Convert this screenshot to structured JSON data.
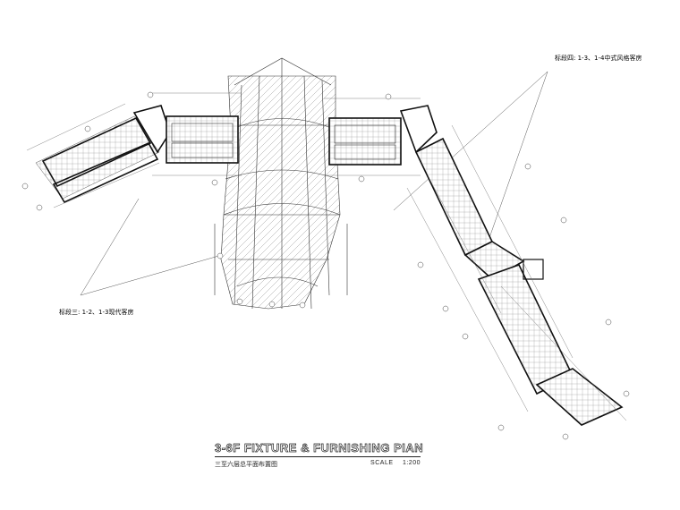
{
  "drawing": {
    "title_en": "3-6F FIXTURE & FURNISHING PIAN",
    "title_cn": "三至六层总平面布置图",
    "scale_label": "SCALE",
    "scale_value": "1:200"
  },
  "annotations": {
    "section_left": "标段三: 1-2、1-3现代客房",
    "section_right": "标段四: 1-3、1-4中式风格客房"
  }
}
